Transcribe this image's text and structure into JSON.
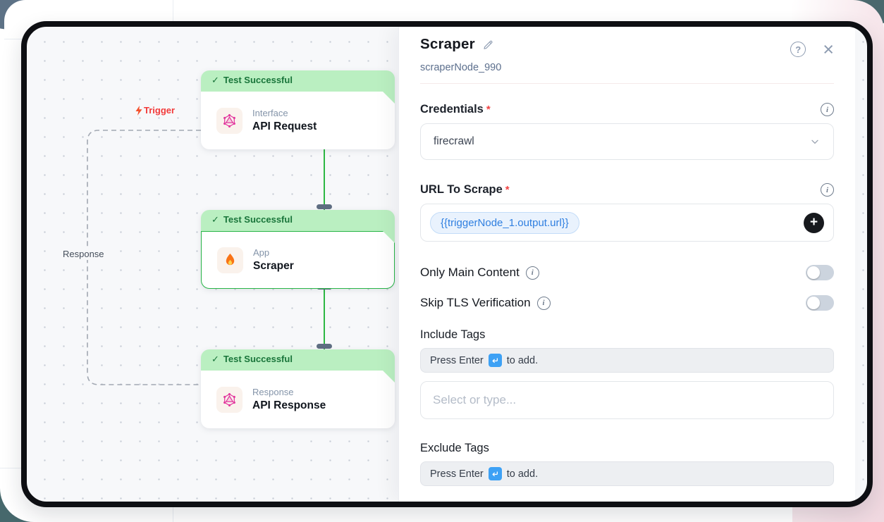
{
  "canvas": {
    "trigger_label": "Trigger",
    "response_label": "Response",
    "nodes": [
      {
        "status": "Test Successful",
        "type": "Interface",
        "name": "API Request"
      },
      {
        "status": "Test Successful",
        "type": "App",
        "name": "Scraper"
      },
      {
        "status": "Test Successful",
        "type": "Response",
        "name": "API Response"
      }
    ]
  },
  "panel": {
    "title": "Scraper",
    "subtitle": "scraperNode_990",
    "credentials": {
      "label": "Credentials",
      "value": "firecrawl"
    },
    "url": {
      "label": "URL To Scrape",
      "chip": "{{triggerNode_1.output.url}}",
      "add_button": "+"
    },
    "toggles": [
      {
        "label": "Only Main Content",
        "state": "off"
      },
      {
        "label": "Skip TLS Verification",
        "state": "off"
      }
    ],
    "include_tags": {
      "label": "Include Tags",
      "hint_before": "Press Enter",
      "hint_after": "to add.",
      "placeholder": "Select or type..."
    },
    "exclude_tags": {
      "label": "Exclude Tags",
      "hint_before": "Press Enter",
      "hint_after": "to add."
    }
  },
  "icons": {
    "check": "✓",
    "help": "?",
    "close": "×",
    "info": "i",
    "required": "*"
  },
  "colors": {
    "success_green": "#2eb844",
    "banner_green": "#baefc1",
    "trigger_red": "#f23a3a",
    "chip_blue": "#2f7fe0",
    "accent_dark": "#17191d",
    "pink_accent": "#f0d8e0"
  }
}
